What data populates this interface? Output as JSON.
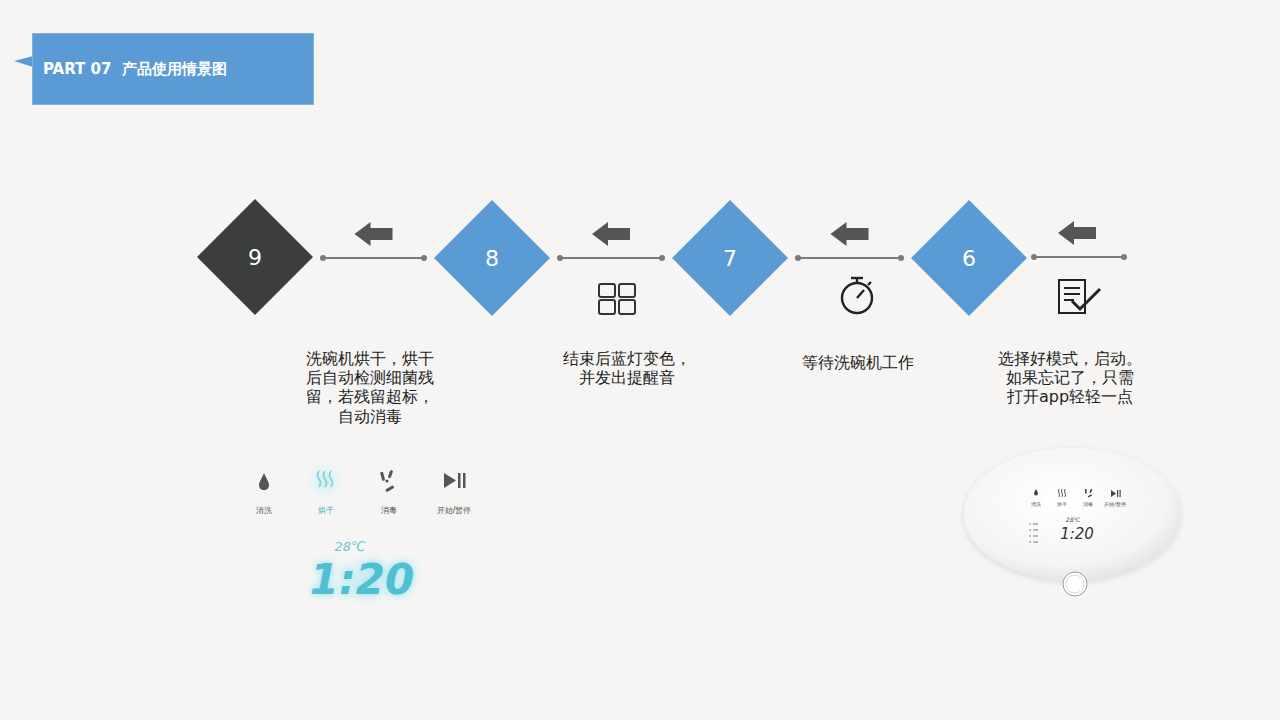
{
  "diagram": {
    "title": "PART 07  产品使用情景图",
    "nodes": [
      {
        "text": [
          "9"
        ]
      },
      {
        "text": [
          "8"
        ]
      },
      {
        "text": [
          "7"
        ]
      },
      {
        "text": [
          "6"
        ]
      }
    ],
    "edges": [
      {
        "from": 3,
        "to": 2,
        "arrow": "to"
      },
      {
        "from": 2,
        "to": 1,
        "arrow": "to"
      },
      {
        "from": 1,
        "to": 0,
        "arrow": "to"
      }
    ],
    "labels": [
      "洗碗机烘干，烘干 后自动检测细菌残 留，若残留超标， 自动消毒",
      "结束后蓝灯变色， 并发出提醒音",
      "等待洗碗机工作",
      "选择好模式，启动。 如果忘记了，只需 打开app轻轻一点",
      "清洗",
      "烘干",
      "消毒",
      "开始/暂停",
      "28℃",
      "1:20",
      "清洗",
      "烘干",
      "消毒",
      "开始/暂停",
      "28℃",
      "1:20"
    ]
  }
}
